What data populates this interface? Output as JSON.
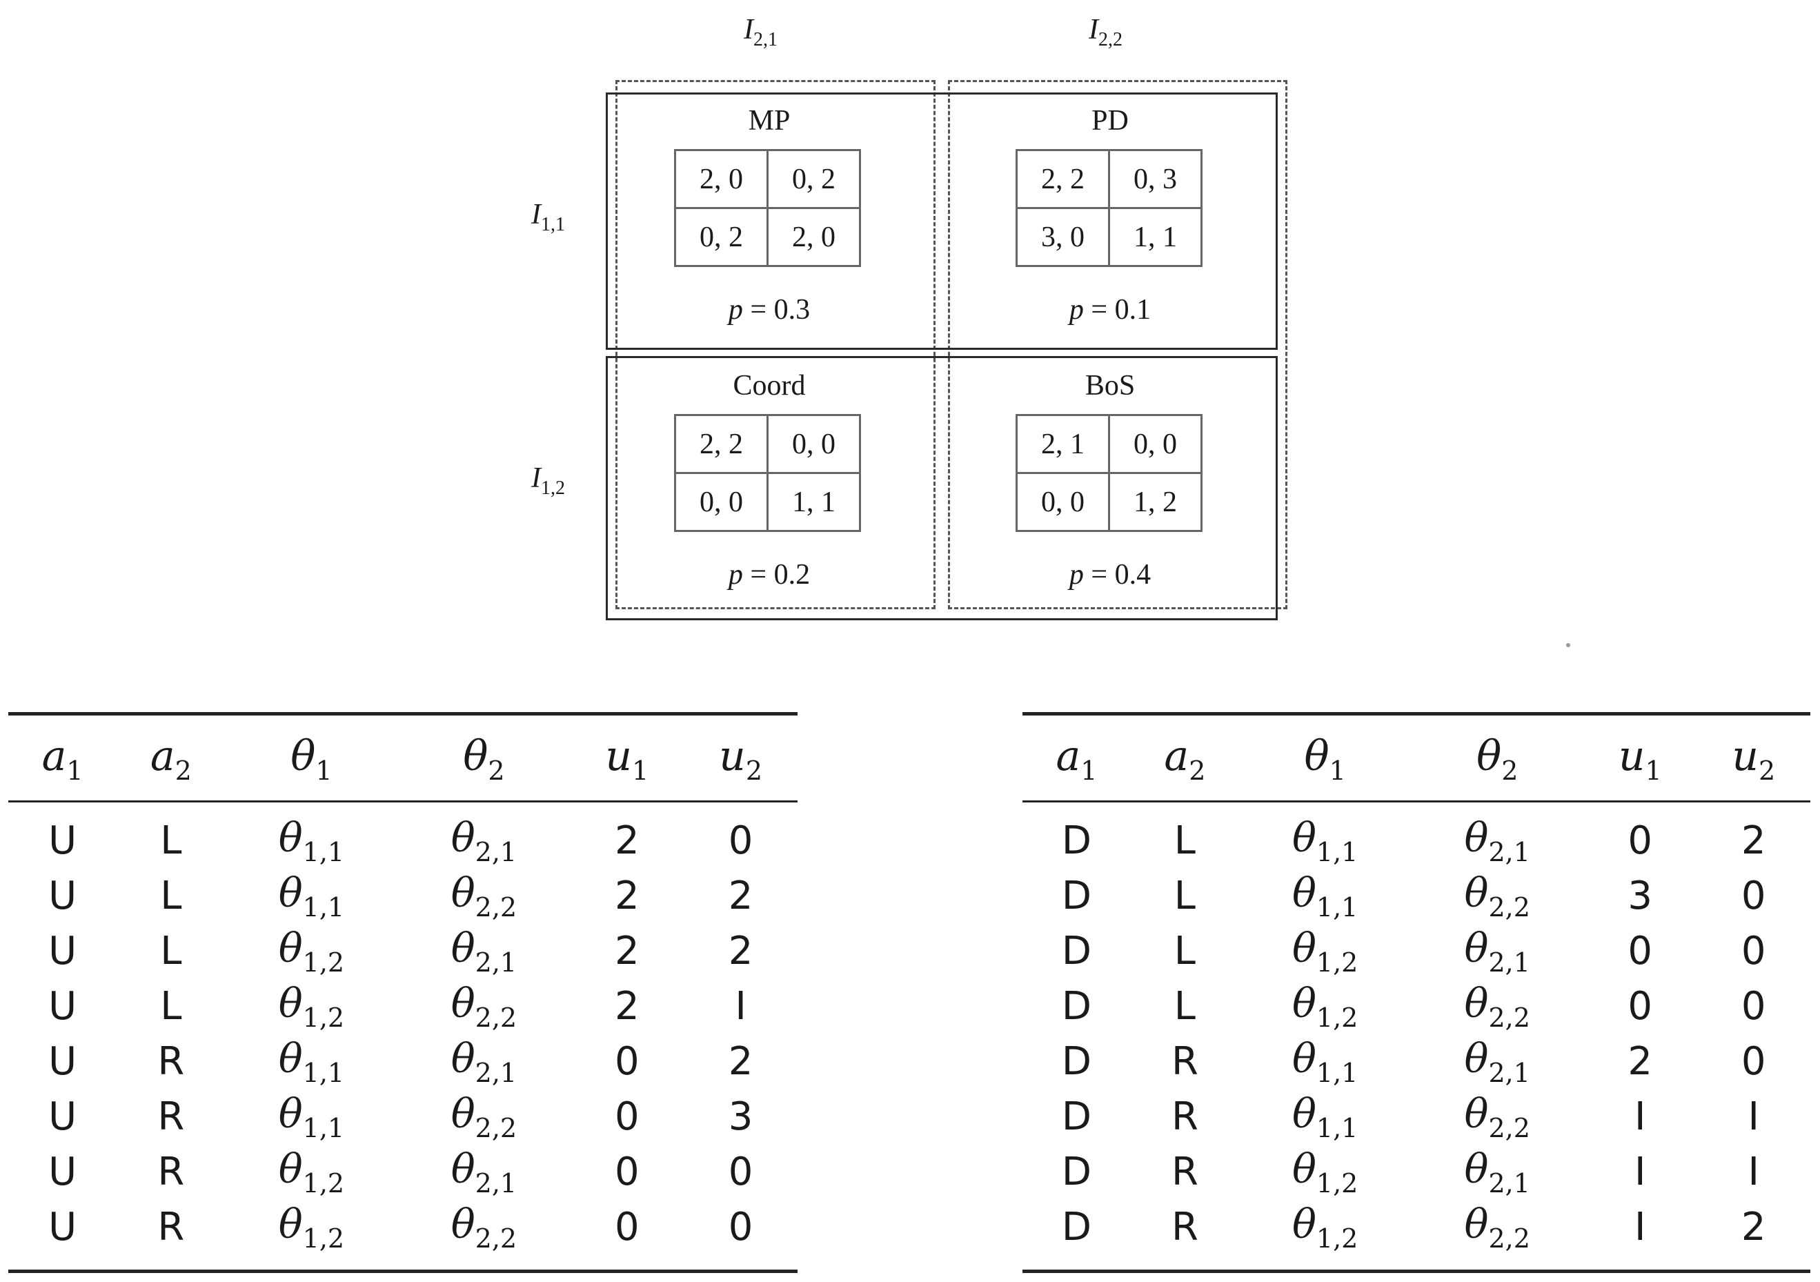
{
  "diagram": {
    "column_labels": [
      {
        "base": "I",
        "sub": "2,1"
      },
      {
        "base": "I",
        "sub": "2,2"
      }
    ],
    "row_labels": [
      {
        "base": "I",
        "sub": "1,1"
      },
      {
        "base": "I",
        "sub": "1,2"
      }
    ],
    "games": [
      {
        "name": "MP",
        "payoffs": [
          [
            "2, 0",
            "0, 2"
          ],
          [
            "0, 2",
            "2, 0"
          ]
        ],
        "p_label": "p",
        "p_value": "= 0.3"
      },
      {
        "name": "PD",
        "payoffs": [
          [
            "2, 2",
            "0, 3"
          ],
          [
            "3, 0",
            "1, 1"
          ]
        ],
        "p_label": "p",
        "p_value": "= 0.1"
      },
      {
        "name": "Coord",
        "payoffs": [
          [
            "2, 2",
            "0, 0"
          ],
          [
            "0, 0",
            "1, 1"
          ]
        ],
        "p_label": "p",
        "p_value": "= 0.2"
      },
      {
        "name": "BoS",
        "payoffs": [
          [
            "2, 1",
            "0, 0"
          ],
          [
            "0, 0",
            "1, 2"
          ]
        ],
        "p_label": "p",
        "p_value": "= 0.4"
      }
    ]
  },
  "tables": {
    "headers": [
      {
        "base": "a",
        "sub": "1"
      },
      {
        "base": "a",
        "sub": "2"
      },
      {
        "base": "θ",
        "sub": "1"
      },
      {
        "base": "θ",
        "sub": "2"
      },
      {
        "base": "u",
        "sub": "1"
      },
      {
        "base": "u",
        "sub": "2"
      }
    ],
    "left": [
      [
        "U",
        "L",
        "1,1",
        "2,1",
        "2",
        "0"
      ],
      [
        "U",
        "L",
        "1,1",
        "2,2",
        "2",
        "2"
      ],
      [
        "U",
        "L",
        "1,2",
        "2,1",
        "2",
        "2"
      ],
      [
        "U",
        "L",
        "1,2",
        "2,2",
        "2",
        "I"
      ],
      [
        "U",
        "R",
        "1,1",
        "2,1",
        "0",
        "2"
      ],
      [
        "U",
        "R",
        "1,1",
        "2,2",
        "0",
        "3"
      ],
      [
        "U",
        "R",
        "1,2",
        "2,1",
        "0",
        "0"
      ],
      [
        "U",
        "R",
        "1,2",
        "2,2",
        "0",
        "0"
      ]
    ],
    "right": [
      [
        "D",
        "L",
        "1,1",
        "2,1",
        "0",
        "2"
      ],
      [
        "D",
        "L",
        "1,1",
        "2,2",
        "3",
        "0"
      ],
      [
        "D",
        "L",
        "1,2",
        "2,1",
        "0",
        "0"
      ],
      [
        "D",
        "L",
        "1,2",
        "2,2",
        "0",
        "0"
      ],
      [
        "D",
        "R",
        "1,1",
        "2,1",
        "2",
        "0"
      ],
      [
        "D",
        "R",
        "1,1",
        "2,2",
        "I",
        "I"
      ],
      [
        "D",
        "R",
        "1,2",
        "2,1",
        "I",
        "I"
      ],
      [
        "D",
        "R",
        "1,2",
        "2,2",
        "I",
        "2"
      ]
    ],
    "theta_symbol": "θ"
  }
}
